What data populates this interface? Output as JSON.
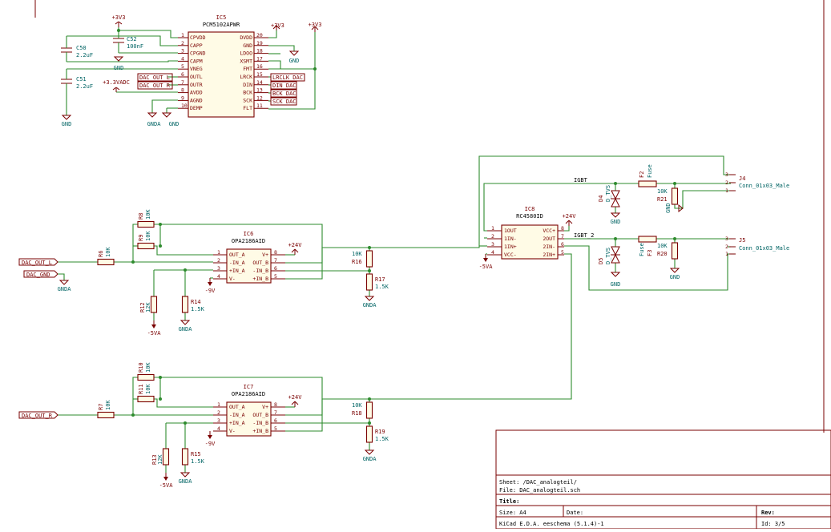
{
  "ic5": {
    "ref": "IC5",
    "part": "PCM5102APWR",
    "left_pins": [
      {
        "n": "1",
        "name": "CPVDD"
      },
      {
        "n": "2",
        "name": "CAPP"
      },
      {
        "n": "3",
        "name": "CPGND"
      },
      {
        "n": "4",
        "name": "CAPM"
      },
      {
        "n": "5",
        "name": "VNEG"
      },
      {
        "n": "6",
        "name": "OUTL"
      },
      {
        "n": "7",
        "name": "OUTR"
      },
      {
        "n": "8",
        "name": "AVDD"
      },
      {
        "n": "9",
        "name": "AGND"
      },
      {
        "n": "10",
        "name": "DEMP"
      }
    ],
    "right_pins": [
      {
        "n": "20",
        "name": "DVDD"
      },
      {
        "n": "19",
        "name": "GND"
      },
      {
        "n": "18",
        "name": "LDOO"
      },
      {
        "n": "17",
        "name": "XSMT"
      },
      {
        "n": "16",
        "name": "FMT"
      },
      {
        "n": "15",
        "name": "LRCK"
      },
      {
        "n": "14",
        "name": "DIN"
      },
      {
        "n": "13",
        "name": "BCK"
      },
      {
        "n": "12",
        "name": "SCK"
      },
      {
        "n": "11",
        "name": "FLT"
      }
    ]
  },
  "ic6": {
    "ref": "IC6",
    "part": "OPA2186AID",
    "pins": [
      {
        "n": "1",
        "name": "OUT_A"
      },
      {
        "n": "2",
        "name": "-IN_A"
      },
      {
        "n": "3",
        "name": "+IN_A"
      },
      {
        "n": "4",
        "name": "V-"
      },
      {
        "n": "8",
        "name": "V+"
      },
      {
        "n": "7",
        "name": "OUT_B"
      },
      {
        "n": "6",
        "name": "-IN_B"
      },
      {
        "n": "5",
        "name": "+IN_B"
      }
    ]
  },
  "ic7": {
    "ref": "IC7",
    "part": "OPA2186AID",
    "pins": [
      {
        "n": "1",
        "name": "OUT_A"
      },
      {
        "n": "2",
        "name": "-IN_A"
      },
      {
        "n": "3",
        "name": "+IN_A"
      },
      {
        "n": "4",
        "name": "V-"
      },
      {
        "n": "8",
        "name": "V+"
      },
      {
        "n": "7",
        "name": "OUT_B"
      },
      {
        "n": "6",
        "name": "-IN_B"
      },
      {
        "n": "5",
        "name": "+IN_B"
      }
    ]
  },
  "ic8": {
    "ref": "IC8",
    "part": "RC4580ID",
    "pins": [
      {
        "n": "1",
        "name": "1OUT"
      },
      {
        "n": "2",
        "name": "1IN-"
      },
      {
        "n": "3",
        "name": "1IN+"
      },
      {
        "n": "4",
        "name": "VCC-"
      },
      {
        "n": "8",
        "name": "VCC+"
      },
      {
        "n": "7",
        "name": "2OUT"
      },
      {
        "n": "6",
        "name": "2IN-"
      },
      {
        "n": "5",
        "name": "2IN+"
      }
    ]
  },
  "caps": {
    "c52": {
      "ref": "C52",
      "value": "100nF"
    },
    "c50": {
      "ref": "C50",
      "value": "2.2uF"
    },
    "c51": {
      "ref": "C51",
      "value": "2.2uF"
    }
  },
  "resistors": {
    "r8": {
      "ref": "R8",
      "value": "10K"
    },
    "r9": {
      "ref": "R9",
      "value": "10K"
    },
    "r6": {
      "ref": "R6",
      "value": "10K"
    },
    "r12": {
      "ref": "R12",
      "value": "12K"
    },
    "r14": {
      "ref": "R14",
      "value": "1.5K"
    },
    "r16": {
      "ref": "R16",
      "value": "10K"
    },
    "r17": {
      "ref": "R17",
      "value": "1.5K"
    },
    "r10": {
      "ref": "R10",
      "value": "10K"
    },
    "r11": {
      "ref": "R11",
      "value": "10K"
    },
    "r7": {
      "ref": "R7",
      "value": "10K"
    },
    "r13": {
      "ref": "R13",
      "value": "12K"
    },
    "r15": {
      "ref": "R15",
      "value": "1.5K"
    },
    "r18": {
      "ref": "R18",
      "value": "10K"
    },
    "r19": {
      "ref": "R19",
      "value": "1.5K"
    },
    "r21": {
      "ref": "R21",
      "value": "10K"
    },
    "r20": {
      "ref": "R20",
      "value": "10K"
    }
  },
  "diodes": {
    "d4": {
      "ref": "D4",
      "value": "D_TVS"
    },
    "d5": {
      "ref": "D5",
      "value": "D_TVS"
    }
  },
  "fuses": {
    "f2": {
      "ref": "F2",
      "value": "Fuse"
    },
    "f3": {
      "ref": "F3",
      "value": "Fuse"
    }
  },
  "connectors": {
    "j4": {
      "ref": "J4",
      "value": "Conn_01x03_Male"
    },
    "j5": {
      "ref": "J5",
      "value": "Conn_01x03_Male"
    }
  },
  "labels": {
    "dac_out_l": "DAC_OUT_L",
    "dac_out_r": "DAC_OUT_R",
    "dac_gnd": "DAC_GND",
    "lrclk": "LRCLK_DAC",
    "din": "DIN_DAC",
    "bck": "BCK_DAC",
    "sck": "SCK_DAC",
    "igbt": "IGBT",
    "igbt2": "IGBT_2"
  },
  "power": {
    "p3v3": "+3V3",
    "gnd": "GND",
    "gnda": "GNDA",
    "p24v": "+24V",
    "m9v": "-9V",
    "m5va": "-5VA",
    "p3v3adc": "+3.3VADC"
  },
  "title_block": {
    "sheet": "Sheet: /DAC_analogteil/",
    "file": "File: DAC_analogteil.sch",
    "title": "Title:",
    "size": "Size: A4",
    "date": "Date:",
    "rev": "Rev:",
    "tool": "KiCad E.D.A.  eeschema (5.1.4)-1",
    "id": "Id: 3/5"
  }
}
